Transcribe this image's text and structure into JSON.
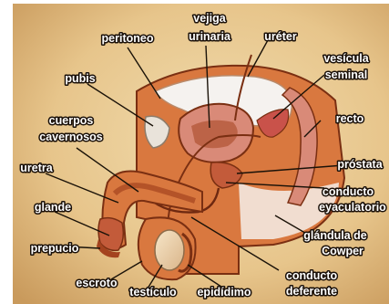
{
  "colors": {
    "background": "#e8c98e",
    "tissue": "#d9783f",
    "tissue_dark": "#a4431f",
    "muscle_pink": "#d98a78",
    "bladder_cavity": "#f5f2ef",
    "urine": "#b7c8d5",
    "label_text": "#ffffff",
    "label_outline": "#1a1008"
  },
  "labels": {
    "vejiga_1": "vejiga",
    "vejiga_2": "urinaria",
    "peritoneo": "peritoneo",
    "ureter": "uréter",
    "vesicula_1": "vesícula",
    "vesicula_2": "seminal",
    "pubis": "pubis",
    "cuerpos_1": "cuerpos",
    "cuerpos_2": "cavernosos",
    "recto": "recto",
    "uretra": "uretra",
    "prostata": "próstata",
    "conducto_eyac_1": "conducto",
    "conducto_eyac_2": "eyaculatorio",
    "glande": "glande",
    "glandula_1": "glándula de",
    "glandula_2": "Cowper",
    "prepucio": "prepucio",
    "conducto_def_1": "conducto",
    "conducto_def_2": "deferente",
    "escroto": "escroto",
    "testiculo": "testículo",
    "epididimo": "epidídimo"
  }
}
